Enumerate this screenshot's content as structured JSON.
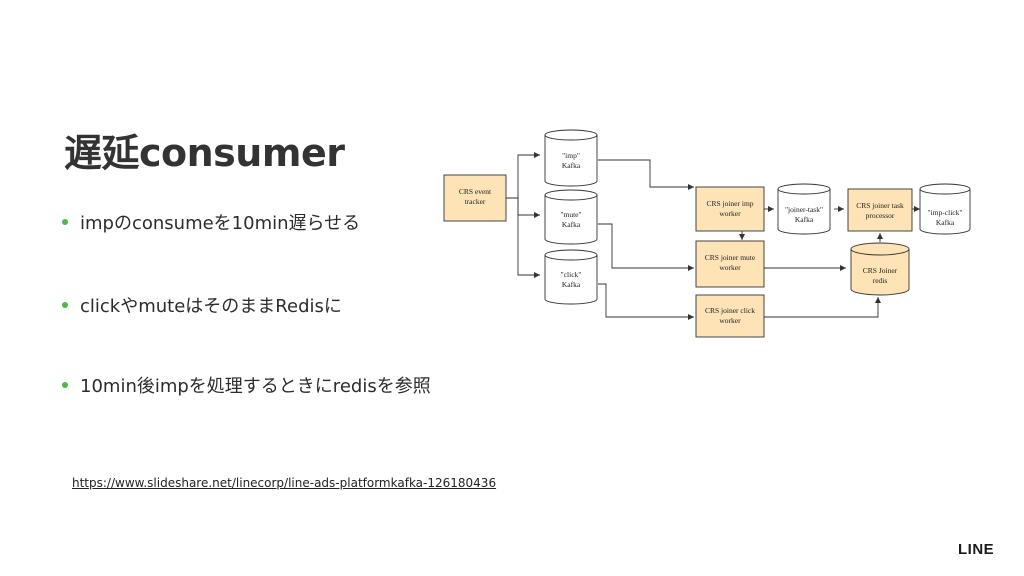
{
  "slide": {
    "title": "遅延consumer",
    "bullets": [
      "impのconsumeを10min遅らせる",
      "clickやmuteはそのままRedisに",
      "10min後impを処理するときにredisを参照"
    ],
    "source_link": "https://www.slideshare.net/linecorp/line-ads-platformkafka-126180436",
    "logo": "LINE"
  },
  "diagram": {
    "colors": {
      "process_fill": "#fde3b6",
      "store_fill": "#ffffff",
      "bullet": "#4cb848"
    },
    "nodes": {
      "event_tracker": [
        "CRS event",
        "tracker"
      ],
      "kafka_imp": [
        "\"imp\"",
        "Kafka"
      ],
      "kafka_mute": [
        "\"mute\"",
        "Kafka"
      ],
      "kafka_click": [
        "\"click\"",
        "Kafka"
      ],
      "joiner_imp": [
        "CRS  joiner imp",
        "worker"
      ],
      "joiner_mute": [
        "CRS joiner mute",
        "worker"
      ],
      "joiner_click": [
        "CRS joiner click",
        "worker"
      ],
      "joiner_task_kafka": [
        "\"joiner-task\"",
        "Kafka"
      ],
      "task_processor": [
        "CRS  joiner task",
        "processor"
      ],
      "imp_click_kafka": [
        "\"imp-click\"",
        "Kafka"
      ],
      "joiner_redis": [
        "CRS  Joiner",
        "redis"
      ]
    }
  }
}
